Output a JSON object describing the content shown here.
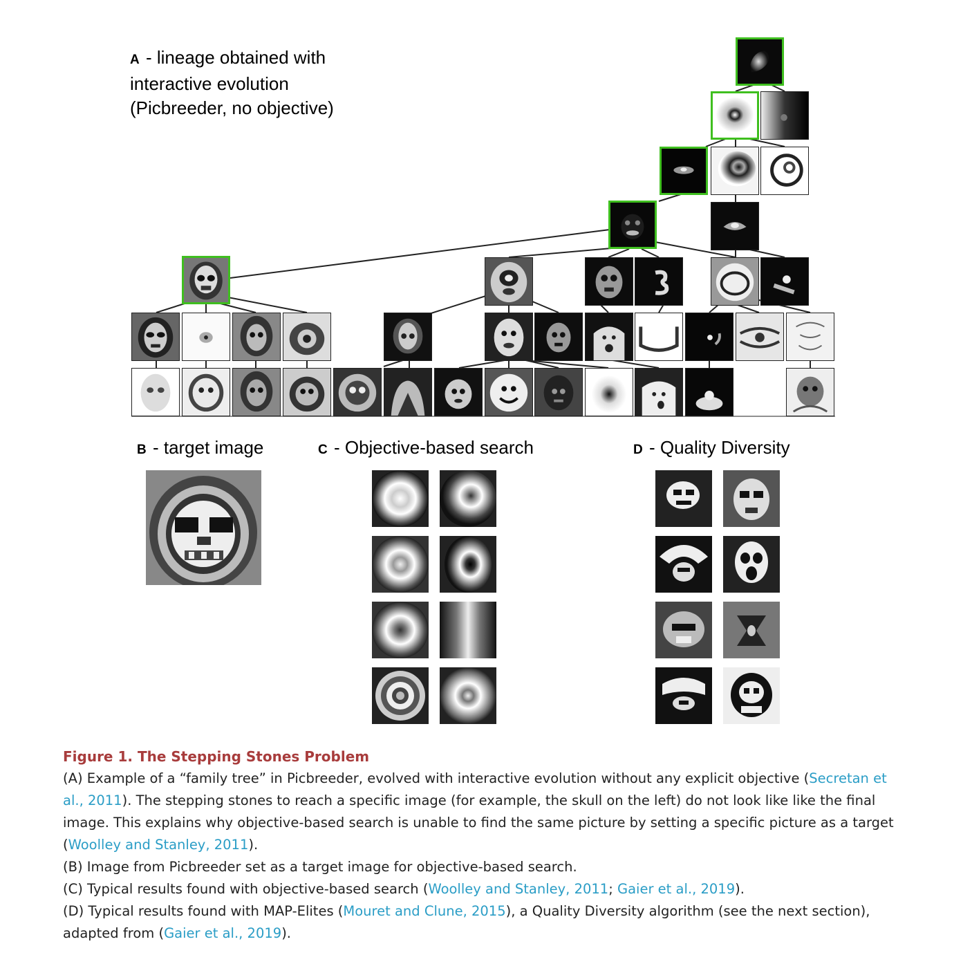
{
  "panels": {
    "a": {
      "letter": "A",
      "line1": " - lineage obtained with",
      "line2": "interactive evolution",
      "line3": "(Picbreeder, no objective)"
    },
    "b": {
      "letter": "B",
      "text": " - target image"
    },
    "c": {
      "letter": "C",
      "text": " - Objective-based search"
    },
    "d": {
      "letter": "D",
      "text": " - Quality Diversity"
    }
  },
  "colors": {
    "selected_border": "#3fbf1f",
    "figure_title": "#a83c3c",
    "citation": "#2a9dc6"
  },
  "caption": {
    "title": "Figure 1.  The Stepping Stones Problem",
    "a_before": "(A) Example of a “family tree” in Picbreeder, evolved with interactive evolution without any explicit objective (",
    "a_cite1": "Secretan et al., 2011",
    "a_middle": "). The stepping stones to reach a specific image (for example, the skull on the left) do not look like like the final image. This explains why objective-based search is unable to find the same picture by setting a specific picture as a target (",
    "a_cite2": "Woolley and Stanley, 2011",
    "a_end": ").",
    "b": "(B) Image from Picbreeder set as a target image for objective-based search.",
    "c_before": "(C) Typical results found with objective-based search (",
    "c_cite1": "Woolley and Stanley, 2011",
    "c_sep": "; ",
    "c_cite2": "Gaier et al., 2019",
    "c_end": ").",
    "d_before": "(D) Typical results found with MAP-Elites (",
    "d_cite1": "Mouret and Clune, 2015",
    "d_middle": "), a Quality Diversity algorithm (see the next section), adapted from (",
    "d_cite2": "Gaier et al., 2019",
    "d_end": ")."
  }
}
